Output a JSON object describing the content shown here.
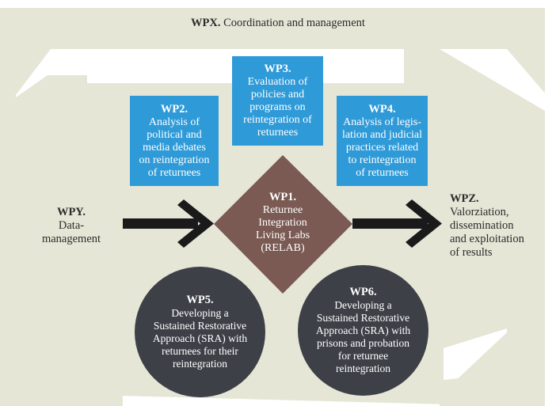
{
  "wpx": {
    "code": "WPX.",
    "title": "Coordination and management"
  },
  "wpy": {
    "code": "WPY.",
    "line1": "Data-",
    "line2": "management"
  },
  "wpz": {
    "code": "WPZ.",
    "line1": "Valorziation,",
    "line2": "dissemination",
    "line3": "and exploitation",
    "line4": "of results"
  },
  "wp1": {
    "code": "WP1.",
    "lines": [
      "Returnee",
      "Integration",
      "Living Labs",
      "(RELAB)"
    ]
  },
  "wp2": {
    "code": "WP2.",
    "lines": [
      "Analysis of",
      "political and",
      "media debates",
      "on reintegration",
      "of returnees"
    ]
  },
  "wp3": {
    "code": "WP3.",
    "lines": [
      "Evaluation of",
      "policies and",
      "programs on",
      "reintegration of",
      "returnees"
    ]
  },
  "wp4": {
    "code": "WP4.",
    "lines": [
      "Analysis of legis-",
      "lation and judicial",
      "practices related",
      "to reintegration",
      "of returnees"
    ]
  },
  "wp5": {
    "code": "WP5.",
    "lines": [
      "Developing a",
      "Sustained Restorative",
      "Approach (SRA) with",
      "returnees for their",
      "reintegration"
    ]
  },
  "wp6": {
    "code": "WP6.",
    "lines": [
      "Developing a",
      "Sustained Restorative",
      "Approach (SRA) with",
      "prisons and probation",
      "for returnee",
      "reintegration"
    ]
  },
  "colors": {
    "frame": "#e6e6d7",
    "box": "#2f9ad8",
    "diamond": "#7a5a52",
    "circle": "#3d4047",
    "arrow": "#1a1a1a"
  }
}
